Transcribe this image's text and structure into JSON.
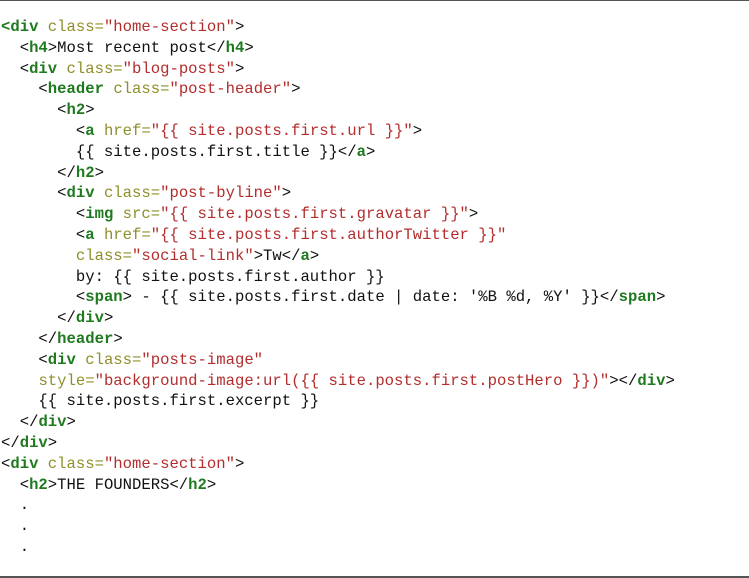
{
  "code_lines": [
    [
      {
        "t": "tag",
        "v": "<div"
      },
      {
        "t": "txt",
        "v": " "
      },
      {
        "t": "attr",
        "v": "class="
      },
      {
        "t": "str",
        "v": "\"home-section\""
      },
      {
        "t": "txt",
        "v": ">"
      }
    ],
    [
      {
        "t": "txt",
        "v": "  <"
      },
      {
        "t": "tag",
        "v": "h4"
      },
      {
        "t": "txt",
        "v": ">Most recent post</"
      },
      {
        "t": "tag",
        "v": "h4"
      },
      {
        "t": "txt",
        "v": ">"
      }
    ],
    [
      {
        "t": "txt",
        "v": "  <"
      },
      {
        "t": "tag",
        "v": "div"
      },
      {
        "t": "txt",
        "v": " "
      },
      {
        "t": "attr",
        "v": "class="
      },
      {
        "t": "str",
        "v": "\"blog-posts\""
      },
      {
        "t": "txt",
        "v": ">"
      }
    ],
    [
      {
        "t": "txt",
        "v": "    <"
      },
      {
        "t": "tag",
        "v": "header"
      },
      {
        "t": "txt",
        "v": " "
      },
      {
        "t": "attr",
        "v": "class="
      },
      {
        "t": "str",
        "v": "\"post-header\""
      },
      {
        "t": "txt",
        "v": ">"
      }
    ],
    [
      {
        "t": "txt",
        "v": "      <"
      },
      {
        "t": "tag",
        "v": "h2"
      },
      {
        "t": "txt",
        "v": ">"
      }
    ],
    [
      {
        "t": "txt",
        "v": "        <"
      },
      {
        "t": "tag",
        "v": "a"
      },
      {
        "t": "txt",
        "v": " "
      },
      {
        "t": "attr",
        "v": "href="
      },
      {
        "t": "str",
        "v": "\"{{ site.posts.first.url }}\""
      },
      {
        "t": "txt",
        "v": ">"
      }
    ],
    [
      {
        "t": "txt",
        "v": "        {{ site.posts.first.title }}</"
      },
      {
        "t": "tag",
        "v": "a"
      },
      {
        "t": "txt",
        "v": ">"
      }
    ],
    [
      {
        "t": "txt",
        "v": "      </"
      },
      {
        "t": "tag",
        "v": "h2"
      },
      {
        "t": "txt",
        "v": ">"
      }
    ],
    [
      {
        "t": "txt",
        "v": "      <"
      },
      {
        "t": "tag",
        "v": "div"
      },
      {
        "t": "txt",
        "v": " "
      },
      {
        "t": "attr",
        "v": "class="
      },
      {
        "t": "str",
        "v": "\"post-byline\""
      },
      {
        "t": "txt",
        "v": ">"
      }
    ],
    [
      {
        "t": "txt",
        "v": "        <"
      },
      {
        "t": "tag",
        "v": "img"
      },
      {
        "t": "txt",
        "v": " "
      },
      {
        "t": "attr",
        "v": "src="
      },
      {
        "t": "str",
        "v": "\"{{ site.posts.first.gravatar }}\""
      },
      {
        "t": "txt",
        "v": ">"
      }
    ],
    [
      {
        "t": "txt",
        "v": "        <"
      },
      {
        "t": "tag",
        "v": "a"
      },
      {
        "t": "txt",
        "v": " "
      },
      {
        "t": "attr",
        "v": "href="
      },
      {
        "t": "str",
        "v": "\"{{ site.posts.first.authorTwitter }}\""
      }
    ],
    [
      {
        "t": "txt",
        "v": "        "
      },
      {
        "t": "attr",
        "v": "class="
      },
      {
        "t": "str",
        "v": "\"social-link\""
      },
      {
        "t": "txt",
        "v": ">Tw</"
      },
      {
        "t": "tag",
        "v": "a"
      },
      {
        "t": "txt",
        "v": ">"
      }
    ],
    [
      {
        "t": "txt",
        "v": "        by: {{ site.posts.first.author }}"
      }
    ],
    [
      {
        "t": "txt",
        "v": "        <"
      },
      {
        "t": "tag",
        "v": "span"
      },
      {
        "t": "txt",
        "v": "> - {{ site.posts.first.date | date: '%B %d, %Y' }}</"
      },
      {
        "t": "tag",
        "v": "span"
      },
      {
        "t": "txt",
        "v": ">"
      }
    ],
    [
      {
        "t": "txt",
        "v": "      </"
      },
      {
        "t": "tag",
        "v": "div"
      },
      {
        "t": "txt",
        "v": ">"
      }
    ],
    [
      {
        "t": "txt",
        "v": "    </"
      },
      {
        "t": "tag",
        "v": "header"
      },
      {
        "t": "txt",
        "v": ">"
      }
    ],
    [
      {
        "t": "txt",
        "v": "    <"
      },
      {
        "t": "tag",
        "v": "div"
      },
      {
        "t": "txt",
        "v": " "
      },
      {
        "t": "attr",
        "v": "class="
      },
      {
        "t": "str",
        "v": "\"posts-image\""
      }
    ],
    [
      {
        "t": "txt",
        "v": "    "
      },
      {
        "t": "attr",
        "v": "style="
      },
      {
        "t": "str",
        "v": "\"background-image:url({{ site.posts.first.postHero }})\""
      },
      {
        "t": "txt",
        "v": "></"
      },
      {
        "t": "tag",
        "v": "div"
      },
      {
        "t": "txt",
        "v": ">"
      }
    ],
    [
      {
        "t": "txt",
        "v": "    {{ site.posts.first.excerpt }}"
      }
    ],
    [
      {
        "t": "txt",
        "v": "  </"
      },
      {
        "t": "tag",
        "v": "div"
      },
      {
        "t": "txt",
        "v": ">"
      }
    ],
    [
      {
        "t": "txt",
        "v": "</"
      },
      {
        "t": "tag",
        "v": "div"
      },
      {
        "t": "txt",
        "v": ">"
      }
    ],
    [
      {
        "t": "txt",
        "v": "<"
      },
      {
        "t": "tag",
        "v": "div"
      },
      {
        "t": "txt",
        "v": " "
      },
      {
        "t": "attr",
        "v": "class="
      },
      {
        "t": "str",
        "v": "\"home-section\""
      },
      {
        "t": "txt",
        "v": ">"
      }
    ],
    [
      {
        "t": "txt",
        "v": "  <"
      },
      {
        "t": "tag",
        "v": "h2"
      },
      {
        "t": "txt",
        "v": ">THE FOUNDERS</"
      },
      {
        "t": "tag",
        "v": "h2"
      },
      {
        "t": "txt",
        "v": ">"
      }
    ],
    [
      {
        "t": "txt",
        "v": "  ."
      }
    ],
    [
      {
        "t": "txt",
        "v": "  ."
      }
    ],
    [
      {
        "t": "txt",
        "v": "  ."
      }
    ]
  ]
}
